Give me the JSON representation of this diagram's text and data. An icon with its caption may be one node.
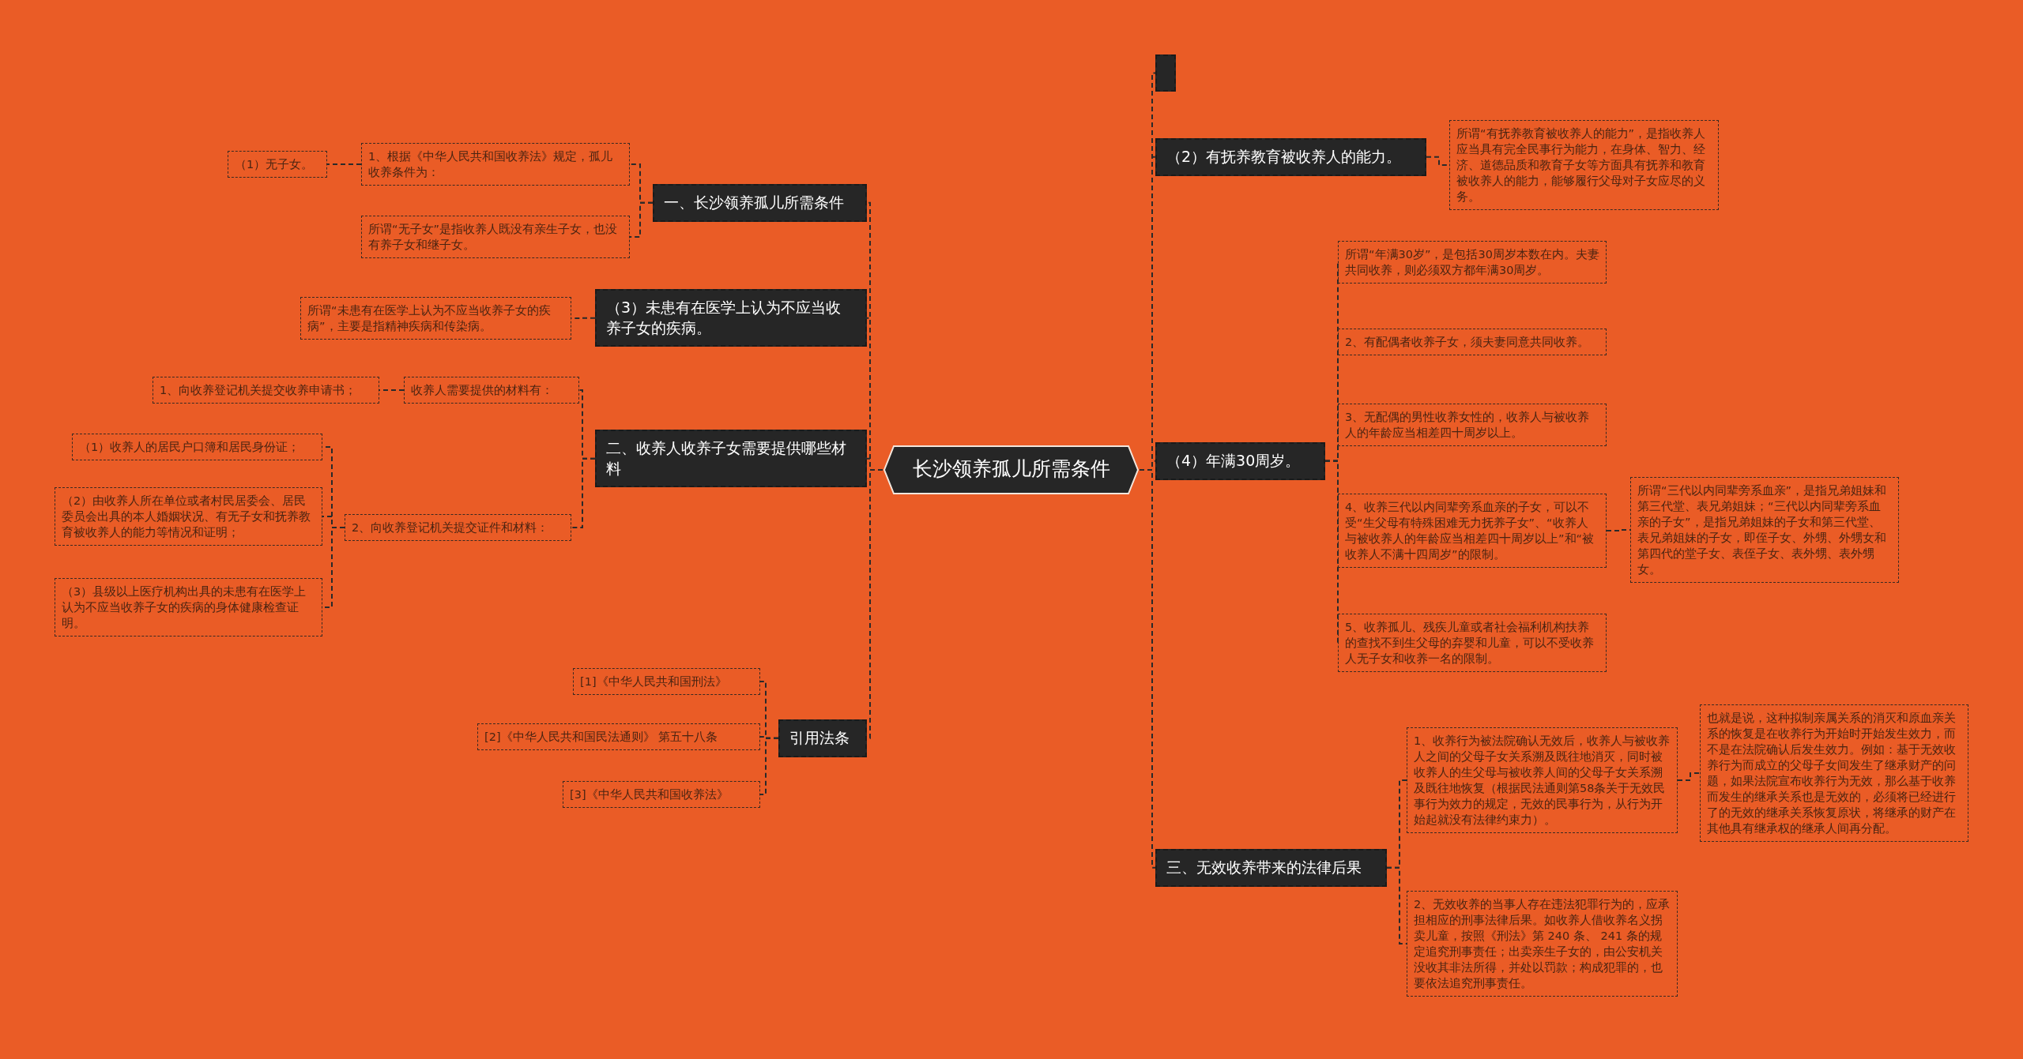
{
  "diagram": {
    "nodes": [
      {
        "text": [
          "长沙领养孤儿所需条件"
        ]
      },
      {
        "text": [
          "一、长沙领养孤儿所需条件"
        ]
      },
      {
        "text": [
          "1、根据《中华人民共和国收养法》规定，孤儿收养条件为："
        ]
      },
      {
        "text": [
          "（1）无子女。"
        ]
      },
      {
        "text": [
          "所谓“无子女”是指收养人既没有亲生子女，也没有养子女和继子女。"
        ]
      },
      {
        "text": [
          "（3）未患有在医学上认为不应当收养子女的疾病。"
        ]
      },
      {
        "text": [
          "所谓“未患有在医学上认为不应当收养子女的疾病”，主要是指精神疾病和传染病。"
        ]
      },
      {
        "text": [
          "二、收养人收养子女需要提供哪些材料"
        ]
      },
      {
        "text": [
          "收养人需要提供的材料有："
        ]
      },
      {
        "text": [
          "1、向收养登记机关提交收养申请书；"
        ]
      },
      {
        "text": [
          "2、向收养登记机关提交证件和材料："
        ]
      },
      {
        "text": [
          "（1）收养人的居民户口簿和居民身份证；"
        ]
      },
      {
        "text": [
          "（2）由收养人所在单位或者村民居委会、居民委员会出具的本人婚姻状况、有无子女和抚养教育被收养人的能力等情况和证明；"
        ]
      },
      {
        "text": [
          "（3）县级以上医疗机构出具的未患有在医学上认为不应当收养子女的疾病的身体健康检查证明。"
        ]
      },
      {
        "text": [
          "引用法条"
        ]
      },
      {
        "text": [
          "[1]《中华人民共和国刑法》"
        ]
      },
      {
        "text": [
          "[2]《中华人民共和国民法通则》 第五十八条"
        ]
      },
      {
        "text": [
          "[3]《中华人民共和国收养法》"
        ]
      },
      {
        "text": [],
        "shape": "box"
      },
      {
        "text": [
          "（2）有抚养教育被收养人的能力。"
        ]
      },
      {
        "text": [
          "所谓“有抚养教育被收养人的能力”，是指收养人应当具有完全民事行为能力，在身体、智力、经济、道德品质和教育子女等方面具有抚养和教育被收养人的能力，能够履行父母对子女应尽的义务。"
        ]
      },
      {
        "text": [
          "（4）年满30周岁。"
        ]
      },
      {
        "text": [
          "所谓“年满30岁”，是包括30周岁本数在内。夫妻共同收养，则必须双方都年满30周岁。"
        ]
      },
      {
        "text": [
          "2、有配偶者收养子女，须夫妻同意共同收养。"
        ]
      },
      {
        "text": [
          "3、无配偶的男性收养女性的，收养人与被收养人的年龄应当相差四十周岁以上。"
        ]
      },
      {
        "text": [
          "4、收养三代以内同辈旁系血亲的子女，可以不受“生父母有特殊困难无力抚养子女”、“收养人与被收养人的年龄应当相差四十周岁以上”和“被收养人不满十四周岁”的限制。"
        ]
      },
      {
        "text": [
          "所谓“三代以内同辈旁系血亲”，是指兄弟姐妹和第三代堂、表兄弟姐妹；“三代以内同辈旁系血亲的子女”，是指兄弟姐妹的子女和第三代堂、表兄弟姐妹的子女，即侄子女、外甥、外甥女和第四代的堂子女、表侄子女、表外甥、表外甥女。"
        ]
      },
      {
        "text": [
          "5、收养孤儿、残疾儿童或者社会福利机构扶养的查找不到生父母的弃婴和儿童，可以不受收养人无子女和收养一名的限制。"
        ]
      },
      {
        "text": [
          "三、无效收养带来的法律后果"
        ]
      },
      {
        "text": [
          "1、收养行为被法院确认无效后，收养人与被收养人之间的父母子女关系溯及既往地消灭，同时被收养人的生父母与被收养人间的父母子女关系溯及既往地恢复（根据民法通则第58条关于无效民事行为效力的规定，无效的民事行为，从行为开始起就没有法律约束力）。"
        ]
      },
      {
        "text": [
          "也就是说，这种拟制亲属关系的消灭和原血亲关系的恢复是在收养行为开始时开始发生效力，而不是在法院确认后发生效力。例如：基于无效收养行为而成立的父母子女间发生了继承财产的问题，如果法院宣布收养行为无效，那么基于收养而发生的继承关系也是无效的，必须将已经进行了的无效的继承关系恢复原状，将继承的财产在其他具有继承权的继承人间再分配。"
        ]
      },
      {
        "text": [
          "2、无效收养的当事人存在违法犯罪行为的，应承担相应的刑事法律后果。如收养人借收养名义拐卖儿童，按照《刑法》第 240 条、 241 条的规定追究刑事责任；出卖亲生子女的，由公安机关没收其非法所得，并处以罚款；构成犯罪的，也要依法追究刑事责任。"
        ]
      }
    ],
    "edges": [
      {
        "from": 0,
        "to": 1,
        "arrow": "none"
      },
      {
        "from": 1,
        "to": 2,
        "arrow": "none"
      },
      {
        "from": 2,
        "to": 3,
        "arrow": "none"
      },
      {
        "from": 1,
        "to": 4,
        "arrow": "none"
      },
      {
        "from": 0,
        "to": 5,
        "arrow": "none"
      },
      {
        "from": 5,
        "to": 6,
        "arrow": "none"
      },
      {
        "from": 0,
        "to": 7,
        "arrow": "none"
      },
      {
        "from": 7,
        "to": 8,
        "arrow": "none"
      },
      {
        "from": 8,
        "to": 9,
        "arrow": "none"
      },
      {
        "from": 7,
        "to": 10,
        "arrow": "none"
      },
      {
        "from": 10,
        "to": 11,
        "arrow": "none"
      },
      {
        "from": 10,
        "to": 12,
        "arrow": "none"
      },
      {
        "from": 10,
        "to": 13,
        "arrow": "none"
      },
      {
        "from": 0,
        "to": 14,
        "arrow": "none"
      },
      {
        "from": 14,
        "to": 15,
        "arrow": "none"
      },
      {
        "from": 14,
        "to": 16,
        "arrow": "none"
      },
      {
        "from": 14,
        "to": 17,
        "arrow": "none"
      },
      {
        "from": 0,
        "to": 18,
        "arrow": "none"
      },
      {
        "from": 0,
        "to": 19,
        "arrow": "none"
      },
      {
        "from": 19,
        "to": 20,
        "arrow": "none"
      },
      {
        "from": 0,
        "to": 21,
        "arrow": "none"
      },
      {
        "from": 21,
        "to": 22,
        "arrow": "none"
      },
      {
        "from": 21,
        "to": 23,
        "arrow": "none"
      },
      {
        "from": 21,
        "to": 24,
        "arrow": "none"
      },
      {
        "from": 21,
        "to": 25,
        "arrow": "none"
      },
      {
        "from": 25,
        "to": 26,
        "arrow": "none"
      },
      {
        "from": 21,
        "to": 27,
        "arrow": "none"
      },
      {
        "from": 0,
        "to": 28,
        "arrow": "none"
      },
      {
        "from": 28,
        "to": 29,
        "arrow": "none"
      },
      {
        "from": 29,
        "to": 30,
        "arrow": "none"
      },
      {
        "from": 28,
        "to": 31,
        "arrow": "none"
      }
    ]
  }
}
